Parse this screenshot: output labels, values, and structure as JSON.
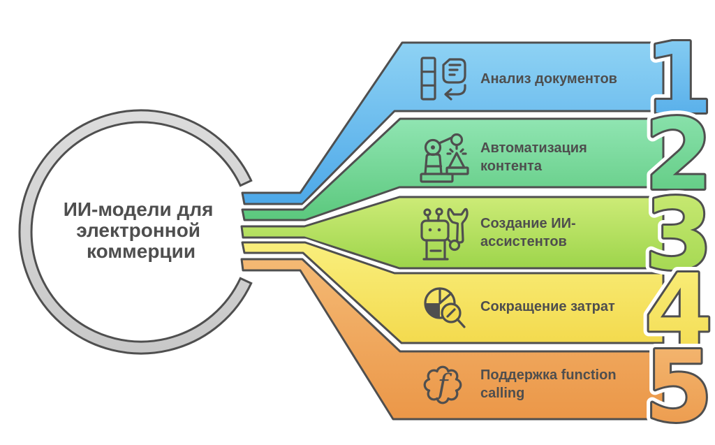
{
  "title": {
    "text": "ИИ-модели для электронной коммерции",
    "lines": [
      "ИИ-модели для",
      "электронной",
      "коммерции"
    ]
  },
  "text_color": "#4e4e4e",
  "outline_color": "#4f4f4f",
  "ring": {
    "fill_top": "#dcdcdc",
    "fill_bottom": "#c8c8c8"
  },
  "items": [
    {
      "number": "1",
      "label": "Анализ документов",
      "lines": [
        "Анализ документов",
        ""
      ],
      "icon": "document-analysis-icon",
      "color_top": "#8ed2f4",
      "color_bottom": "#4da8e8"
    },
    {
      "number": "2",
      "label": "Автоматизация контента",
      "lines": [
        "Автоматизация",
        "контента"
      ],
      "icon": "robot-arm-icon",
      "color_top": "#90e5b2",
      "color_bottom": "#5bc87d"
    },
    {
      "number": "3",
      "label": "Создание ИИ-ассистентов",
      "lines": [
        "Создание ИИ-",
        "ассистентов"
      ],
      "icon": "robot-assistant-wrench-icon",
      "color_top": "#cdeb77",
      "color_bottom": "#9dd54b"
    },
    {
      "number": "4",
      "label": "Сокращение затрат",
      "lines": [
        "Сокращение затрат",
        ""
      ],
      "icon": "pie-chart-magnifier-icon",
      "color_top": "#f9ef7d",
      "color_bottom": "#f3da4e"
    },
    {
      "number": "5",
      "label": "Поддержка function calling",
      "lines": [
        "Поддержка function",
        "calling"
      ],
      "icon": "function-badge-icon",
      "icon_glyph": "f",
      "color_top": "#f4b974",
      "color_bottom": "#eb9748"
    }
  ]
}
